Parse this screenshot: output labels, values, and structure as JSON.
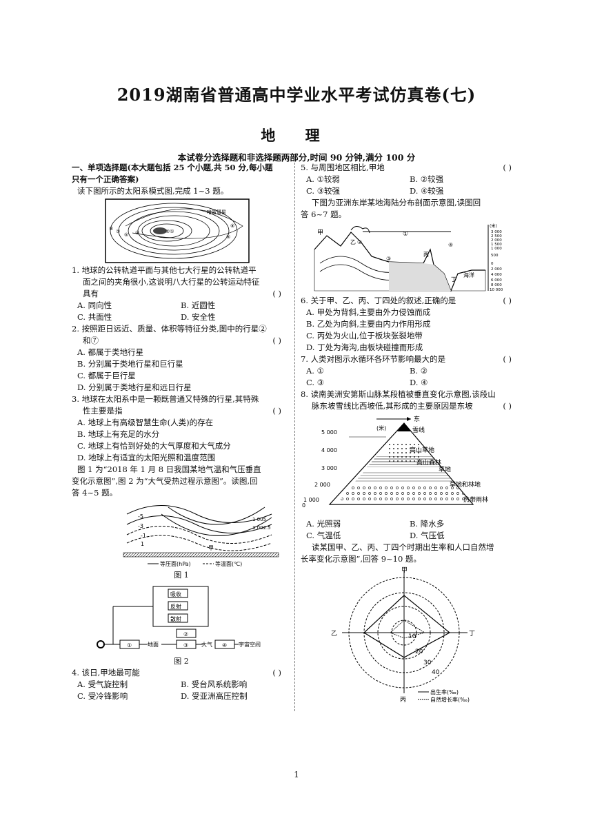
{
  "header": {
    "title": "2019湖南省普通高中学业水平考试仿真卷(七)",
    "subject": "地  理",
    "notice": "本试卷分选择题和非选择题两部分,时间 90 分钟,满分 100 分"
  },
  "left": {
    "section1": "一、单项选择题(本大题包括 25 个小题,共 50 分,每小题",
    "section1b": "只有一个正确答案)",
    "intro": "读下图所示的太阳系模式图,完成 1~3 题。",
    "fig_label": "哈雷彗星",
    "q1": [
      "1. 地球的公转轨道平面与其他七大行星的公转轨道平",
      "面之间的夹角很小,这说明八大行星的公转运动特征",
      "具有"
    ],
    "q1_paren": "(      )",
    "q1_opts": [
      "A. 同向性",
      "B. 近圆性",
      "C. 共面性",
      "D. 安全性"
    ],
    "q2": [
      "2. 按照距日远近、质量、体积等特征分类,图中的行星②",
      "和⑦"
    ],
    "q2_paren": "(      )",
    "q2_opts": [
      "A. 都属于类地行星",
      "B. 分别属于类地行星和巨行星",
      "C. 都属于巨行星",
      "D. 分别属于类地行星和远日行星"
    ],
    "q3": [
      "3. 地球在太阳系中是一颗既普通又特殊的行星,其特殊",
      "性主要是指"
    ],
    "q3_paren": "(      )",
    "q3_opts": [
      "A. 地球上有高级智慧生命(人类)的存在",
      "B. 地球上有充足的水分",
      "C. 地球上有恰到好处的大气厚度和大气成分",
      "D. 地球上有适宜的太阳光照和温度范围"
    ],
    "fig_intro": [
      "图 1 为“2018 年 1 月 8 日我国某地气温和气压垂直",
      "变化示意图”,图 2 为“大气受热过程示意图”。读图,回",
      "答 4~5 题。"
    ],
    "fig1": {
      "labels": [
        "-5",
        "-3",
        "-1",
        "1",
        "1 005",
        "1 002.5",
        "甲"
      ],
      "legend_isobar": "等压面(hPa)",
      "legend_isotherm": "等温面(℃)",
      "caption": "图 1"
    },
    "fig2": {
      "boxes": [
        "吸收",
        "反射",
        "散射",
        "②",
        "①",
        "③",
        "④"
      ],
      "labels": [
        "地面",
        "大气",
        "宇宙空间"
      ],
      "caption": "图 2"
    },
    "q4": "4. 该日,甲地最可能",
    "q4_paren": "(      )",
    "q4_opts": [
      "A. 受气旋控制",
      "B. 受台风系统影响",
      "C. 受冷锋影响",
      "D. 受亚洲高压控制"
    ]
  },
  "right": {
    "q5": "5. 与周围地区相比,甲地",
    "q5_paren": "(      )",
    "q5_opts": [
      "A. ①较弱",
      "B. ②较强",
      "C. ③较强",
      "D. ④较强"
    ],
    "fig_intro": [
      "下图为亚洲东岸某地海陆分布剖面示意图,读图回",
      "答 6~7 题。"
    ],
    "section_fig": {
      "unit": "(米)",
      "scale": [
        "3 000",
        "2 500",
        "2 000",
        "1 500",
        "1 000",
        "500",
        "0",
        "2 000",
        "4 000",
        "6 000",
        "8 000",
        "10 000"
      ],
      "labels": [
        "甲",
        "乙",
        "丙",
        "丁",
        "海洋",
        "①",
        "②",
        "③",
        "④"
      ]
    },
    "q6": "6. 关于甲、乙、丙、丁四处的叙述,正确的是",
    "q6_paren": "(      )",
    "q6_opts": [
      "A. 甲处为背斜,主要由外力侵蚀而成",
      "B. 乙处为向斜,主要由内力作用形成",
      "C. 丙处为火山,位于板块张裂地带",
      "D. 丁处为海沟,由板块碰撞而形成"
    ],
    "q7": "7. 人类对图示水循环各环节影响最大的是",
    "q7_paren": "(      )",
    "q7_opts": [
      "A. ①",
      "B. ②",
      "C. ③",
      "D. ④"
    ],
    "q8": [
      "8. 读南美洲安第斯山脉某段植被垂直变化示意图,该段山",
      "脉东坡雪线比西坡低,其形成的主要原因是东坡"
    ],
    "q8_paren": "(      )",
    "mountain_fig": {
      "east": "东",
      "unit": "(米)",
      "heights": [
        "5 000",
        "4 000",
        "3 000",
        "2 000",
        "1 000",
        "0"
      ],
      "zones": [
        "雪线",
        "高山草地",
        "高山森林",
        "草地",
        "草地和林地",
        "热带雨林"
      ]
    },
    "q8_opts": [
      "A. 光照弱",
      "B. 降水多",
      "C. 气温低",
      "D. 气压低"
    ],
    "fig_intro2": [
      "读某国甲、乙、丙、丁四个时期出生率和人口自然增",
      "长率变化示意图”,回答 9~10 题。"
    ],
    "radar": {
      "axes": [
        "甲",
        "乙",
        "丙",
        "丁"
      ],
      "ticks": [
        "10",
        "20",
        "30",
        "40"
      ],
      "legend": [
        "出生率(‰)",
        "自然增长率(‰)"
      ]
    }
  },
  "footer": {
    "page": "1"
  }
}
